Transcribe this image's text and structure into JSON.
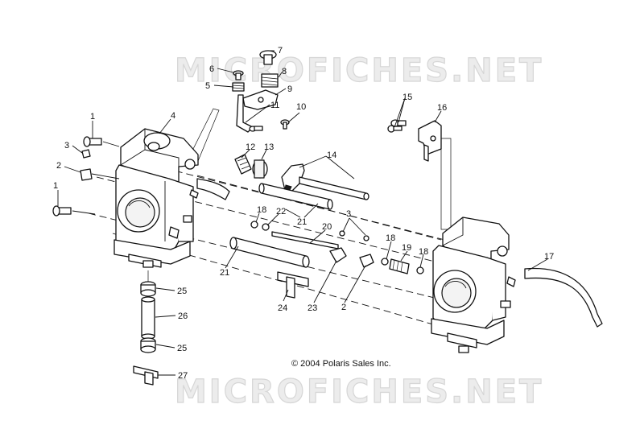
{
  "watermark": {
    "top": "MICROFICHES.NET",
    "bottom": "MICROFICHES.NET"
  },
  "copyright": "© 2004 Polaris Sales Inc.",
  "callouts": [
    {
      "id": "c1a",
      "label": "1"
    },
    {
      "id": "c1b",
      "label": "1"
    },
    {
      "id": "c2a",
      "label": "2"
    },
    {
      "id": "c2b",
      "label": "2"
    },
    {
      "id": "c3a",
      "label": "3"
    },
    {
      "id": "c3b",
      "label": "3"
    },
    {
      "id": "c4",
      "label": "4"
    },
    {
      "id": "c5",
      "label": "5"
    },
    {
      "id": "c6",
      "label": "6"
    },
    {
      "id": "c7",
      "label": "7"
    },
    {
      "id": "c8",
      "label": "8"
    },
    {
      "id": "c9",
      "label": "9"
    },
    {
      "id": "c10",
      "label": "10"
    },
    {
      "id": "c11",
      "label": "11"
    },
    {
      "id": "c12",
      "label": "12"
    },
    {
      "id": "c13",
      "label": "13"
    },
    {
      "id": "c14",
      "label": "14"
    },
    {
      "id": "c15",
      "label": "15"
    },
    {
      "id": "c16",
      "label": "16"
    },
    {
      "id": "c17",
      "label": "17"
    },
    {
      "id": "c18a",
      "label": "18"
    },
    {
      "id": "c18b",
      "label": "18"
    },
    {
      "id": "c18c",
      "label": "18"
    },
    {
      "id": "c19",
      "label": "19"
    },
    {
      "id": "c20",
      "label": "20"
    },
    {
      "id": "c21a",
      "label": "21"
    },
    {
      "id": "c21b",
      "label": "21"
    },
    {
      "id": "c22",
      "label": "22"
    },
    {
      "id": "c23",
      "label": "23"
    },
    {
      "id": "c24",
      "label": "24"
    },
    {
      "id": "c25a",
      "label": "25"
    },
    {
      "id": "c25b",
      "label": "25"
    },
    {
      "id": "c26",
      "label": "26"
    },
    {
      "id": "c27",
      "label": "27"
    }
  ]
}
